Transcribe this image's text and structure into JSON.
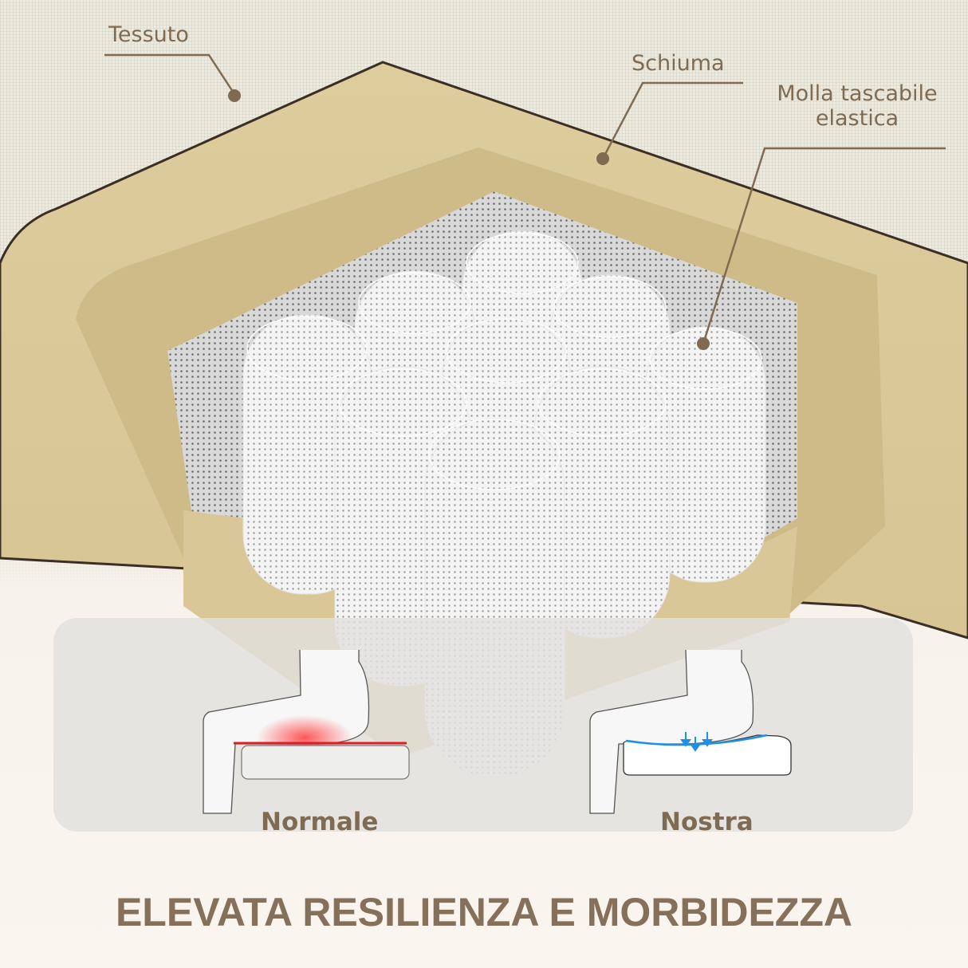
{
  "callouts": {
    "fabric": "Tessuto",
    "foam": "Schiuma",
    "spring_line1": "Molla tascabile",
    "spring_line2": "elastica"
  },
  "comparison": {
    "left_label": "Normale",
    "right_label": "Nostra",
    "left_indicator_color": "#d9202a",
    "right_indicator_color": "#1e90e6"
  },
  "headline": "ELEVATA RESILIENZA E MORBIDEZZA",
  "colors": {
    "text_brown": "#7f6b52",
    "foam": "#dccb9a",
    "fabric": "#edebe0"
  }
}
